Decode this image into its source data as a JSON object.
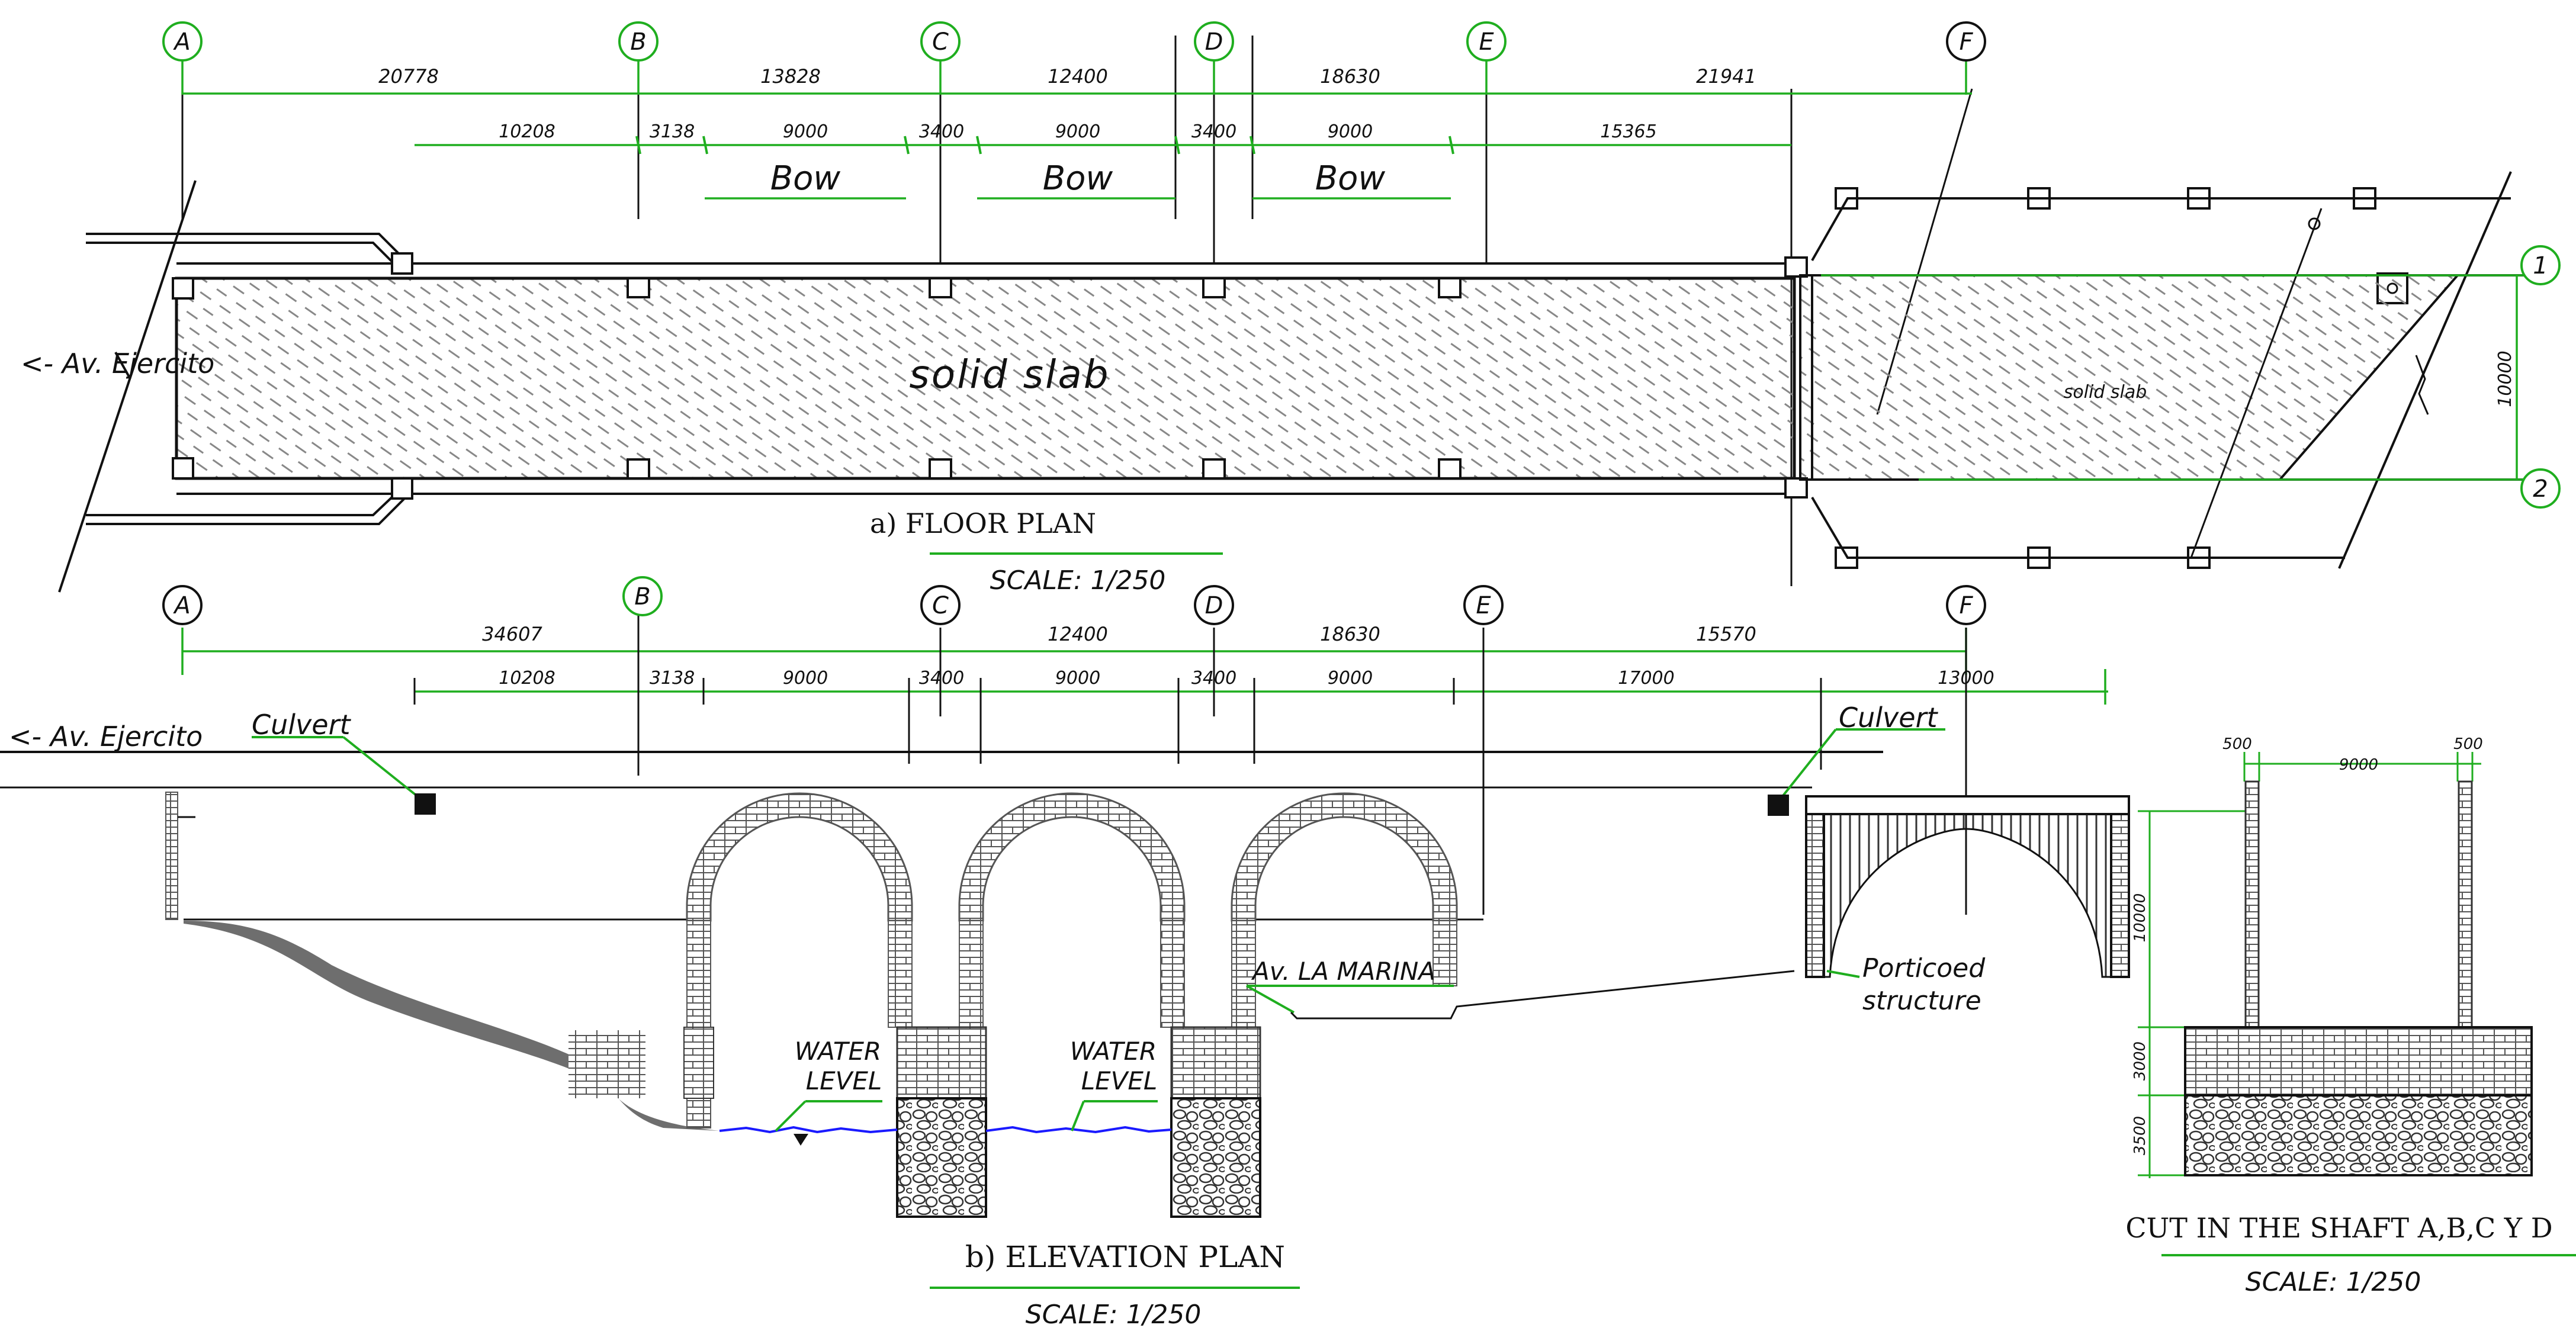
{
  "colors": {
    "dimension": "#1fae1f",
    "ink": "#111111",
    "water": "#1a1aff",
    "ground": "#6e6e6e"
  },
  "axes": {
    "labels": [
      "A",
      "B",
      "C",
      "D",
      "E",
      "F"
    ],
    "row_labels": [
      "1",
      "2"
    ]
  },
  "floor_plan": {
    "title": "a)    FLOOR PLAN",
    "scale": "SCALE:  1/250",
    "avenue": "<- Av.  Ejercito",
    "main_slab": "solid  slab",
    "skew_slab": "solid  slab",
    "bow_label": "Bow",
    "overall_dims": [
      "20778",
      "13828",
      "12400",
      "18630",
      "21941"
    ],
    "detail_dims": [
      "10208",
      "3138",
      "9000",
      "3400",
      "9000",
      "3400",
      "9000",
      "15365"
    ],
    "width_dim": "10000"
  },
  "elevation_plan": {
    "title": "b) ELEVATION PLAN",
    "scale": "SCALE:  1/250",
    "avenue": "<- Av.  Ejercito",
    "culvert_label": "Culvert",
    "water_label_1": "WATER",
    "water_label_2": "LEVEL",
    "marina": "Av.  LA  MARINA",
    "porticoed_1": "Porticoed",
    "porticoed_2": "structure",
    "overall_dims": [
      "34607",
      "12400",
      "18630",
      "15570"
    ],
    "detail_dims": [
      "10208",
      "3138",
      "9000",
      "3400",
      "9000",
      "3400",
      "9000",
      "17000",
      "13000"
    ]
  },
  "shaft_cut": {
    "title": "CUT IN THE SHAFT A,B,C Y D",
    "scale": "SCALE:  1/250",
    "top_dims": [
      "500",
      "9000",
      "500"
    ],
    "side_dims": [
      "10000",
      "3000",
      "3500"
    ]
  }
}
